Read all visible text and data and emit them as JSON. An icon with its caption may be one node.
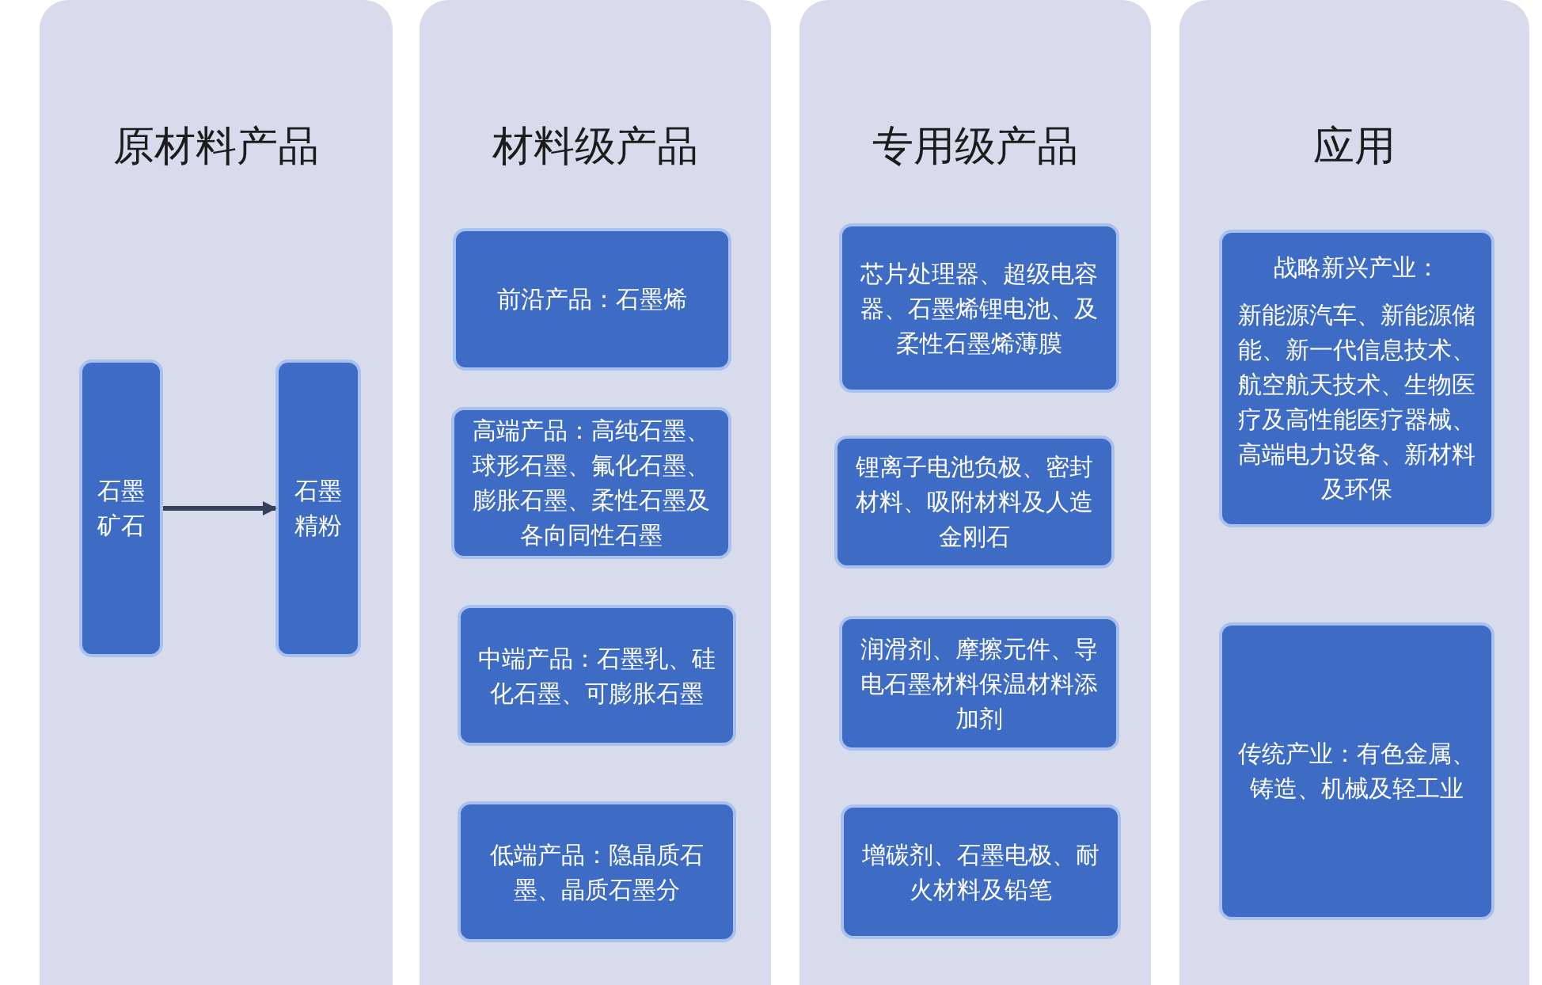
{
  "diagram": {
    "nodes": [
      {
        "text": [
          "原材料产品"
        ]
      },
      {
        "text": [
          "石墨矿石"
        ],
        "in": 0
      },
      {
        "text": [
          "石墨精粉"
        ],
        "in": 0
      },
      {
        "text": [
          "材料级产品"
        ]
      },
      {
        "text": [
          "前沿产品：石墨烯"
        ],
        "in": 3
      },
      {
        "text": [
          "高端产品：高纯石墨、球形石墨、氟化石墨、膨胀石墨、柔性石墨及各向同性石墨"
        ],
        "in": 3
      },
      {
        "text": [
          "中端产品：石墨乳、硅化石墨、可膨胀石墨"
        ],
        "in": 3
      },
      {
        "text": [
          "低端产品：隐晶质石墨、晶质石墨分"
        ],
        "in": 3
      },
      {
        "text": [
          "专用级产品"
        ]
      },
      {
        "text": [
          "芯片处理器、超级电容器、石墨烯锂电池、及柔性石墨烯薄膜"
        ],
        "in": 8
      },
      {
        "text": [
          "锂离子电池负极、密封材料、吸附材料及人造金刚石"
        ],
        "in": 8
      },
      {
        "text": [
          "润滑剂、摩擦元件、导电石墨材料保温材料添加剂"
        ],
        "in": 8
      },
      {
        "text": [
          "增碳剂、石墨电极、耐火材料及铅笔"
        ],
        "in": 8
      },
      {
        "text": [
          "应用"
        ]
      },
      {
        "text": [
          "战略新兴产业：",
          "新能源汽车、新能源储能、新一代信息技术、航空航天技术、生物医疗及高性能医疗器械、高端电力设备、新材料及环保"
        ],
        "in": 13
      },
      {
        "text": [
          "传统产业：有色金属、铸造、机械及轻工业"
        ],
        "in": 13
      }
    ],
    "edges": [
      {
        "from": 1,
        "to": 2,
        "arrow": "to"
      }
    ]
  }
}
